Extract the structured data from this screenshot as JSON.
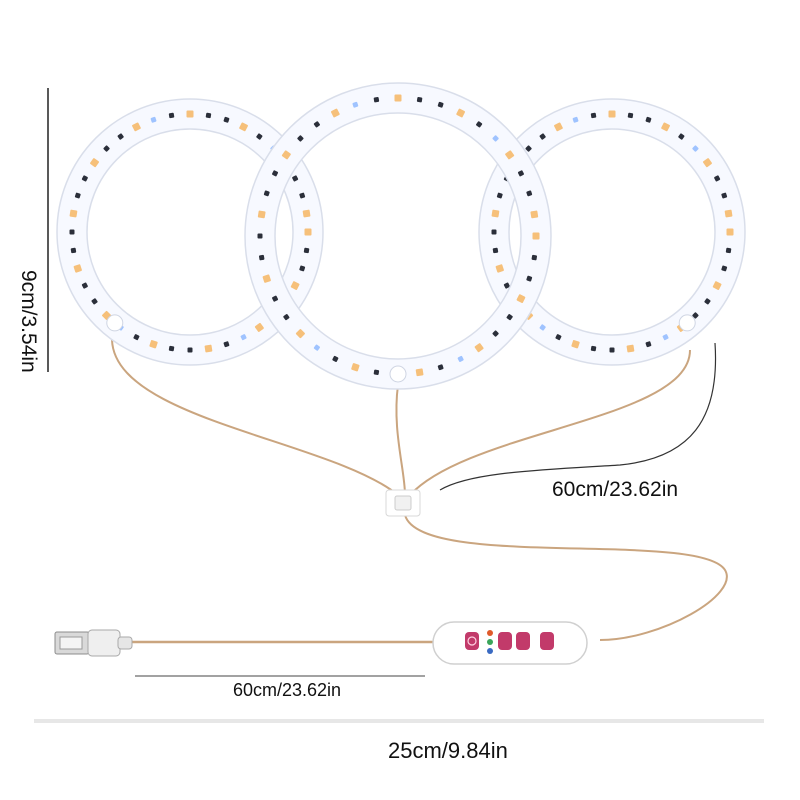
{
  "dimensions": {
    "ring_height": "9cm/3.54in",
    "ring_cable_length": "60cm/23.62in",
    "usb_cable_length": "60cm/23.62in",
    "total_width": "25cm/9.84in"
  },
  "product": {
    "ring_count": 3,
    "controller_buttons": 4
  },
  "colors": {
    "ring_body": "#f7f9ff",
    "led_warm": "#f6c07a",
    "led_dark": "#2b2f3a",
    "led_blue": "#9fc3ff",
    "cable": "#c9a27a",
    "controller_body": "#ffffff",
    "controller_button": "#c23a6a"
  },
  "icons": [
    "usb-plug-icon",
    "timer-button-icon",
    "power-button-icon",
    "mode-button-icon"
  ]
}
